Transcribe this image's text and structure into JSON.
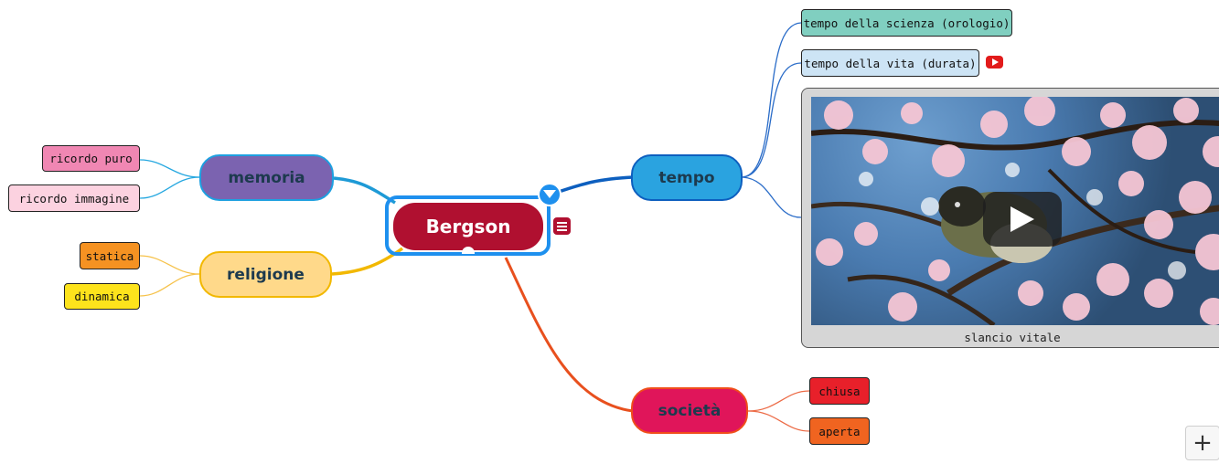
{
  "map": {
    "root": {
      "label": "Bergson",
      "color": "#b01030"
    },
    "branches": {
      "memoria": {
        "label": "memoria",
        "color": "#7b63b0"
      },
      "religione": {
        "label": "religione",
        "color": "#ffd98a"
      },
      "tempo": {
        "label": "tempo",
        "color": "#2aa3e0"
      },
      "societa": {
        "label": "società",
        "color": "#e0155a"
      }
    },
    "leaves": {
      "ricordo_puro": "ricordo puro",
      "ricordo_immagine": "ricordo immagine",
      "statica": "statica",
      "dinamica": "dinamica",
      "tempo_scienza": "tempo della scienza (orologio)",
      "tempo_vita": "tempo della vita (durata)",
      "chiusa": "chiusa",
      "aperta": "aperta"
    },
    "video": {
      "caption": "slancio vitale"
    },
    "icons": {
      "collapse": "collapse-toggle-icon",
      "note": "note-icon",
      "youtube": "youtube-icon",
      "play": "play-icon",
      "zoom": "plus-icon"
    }
  },
  "controls": {
    "zoom_in_label": "+"
  }
}
